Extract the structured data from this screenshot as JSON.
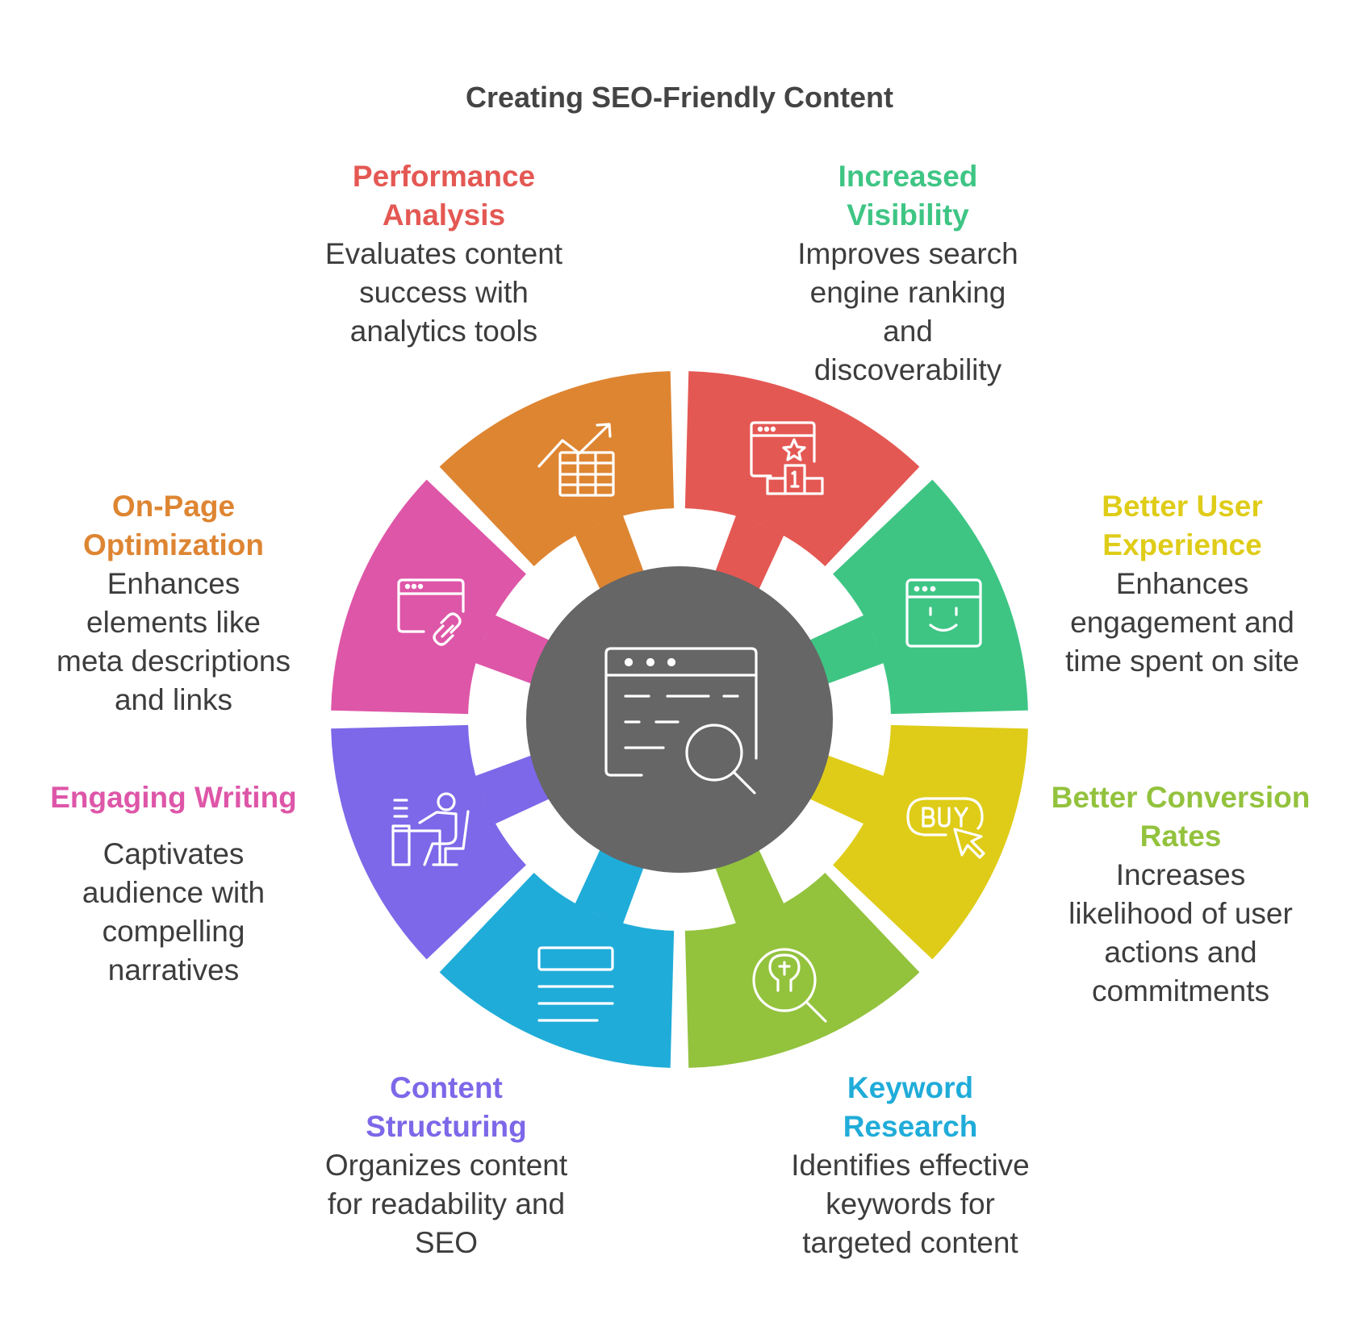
{
  "title": "Creating SEO-Friendly Content",
  "center": {
    "icon": "browser-search-icon",
    "color": "#666666"
  },
  "segments": [
    {
      "key": "performance",
      "heading": "Performance Analysis",
      "heading_lines": [
        "Performance",
        "Analysis"
      ],
      "description": "Evaluates content success with analytics tools",
      "desc_lines": [
        "Evaluates content",
        "success with",
        "analytics tools"
      ],
      "color": "#e45853",
      "icon": "chart-table-icon"
    },
    {
      "key": "visibility",
      "heading": "Increased Visibility",
      "heading_lines": [
        "Increased",
        "Visibility"
      ],
      "description": "Improves search engine ranking and discoverability",
      "desc_lines": [
        "Improves search",
        "engine ranking",
        "and",
        "discoverability"
      ],
      "color": "#3ec584",
      "icon": "browser-podium-icon"
    },
    {
      "key": "ux",
      "heading": "Better User Experience",
      "heading_lines": [
        "Better User",
        "Experience"
      ],
      "description": "Enhances engagement and time spent on site",
      "desc_lines": [
        "Enhances",
        "engagement and",
        "time spent on site"
      ],
      "color": "#dfcc18",
      "icon": "browser-smile-icon"
    },
    {
      "key": "conversion",
      "heading": "Better Conversion Rates",
      "heading_lines": [
        "Better Conversion",
        "Rates"
      ],
      "description": "Increases likelihood of user actions and commitments",
      "desc_lines": [
        "Increases",
        "likelihood of user",
        "actions and",
        "commitments"
      ],
      "color": "#93c23d",
      "icon": "buy-click-icon"
    },
    {
      "key": "keyword",
      "heading": "Keyword Research",
      "heading_lines": [
        "Keyword",
        "Research"
      ],
      "description": "Identifies effective keywords for targeted content",
      "desc_lines": [
        "Identifies effective",
        "keywords for",
        "targeted content"
      ],
      "color": "#20acd9",
      "icon": "magnifier-idea-icon"
    },
    {
      "key": "structuring",
      "heading": "Content Structuring",
      "heading_lines": [
        "Content",
        "Structuring"
      ],
      "description": "Organizes content for readability and SEO",
      "desc_lines": [
        "Organizes content",
        "for readability and",
        "SEO"
      ],
      "color": "#7c68e8",
      "icon": "text-layout-icon"
    },
    {
      "key": "writing",
      "heading": "Engaging Writing",
      "heading_lines": [
        "Engaging Writing"
      ],
      "description": "Captivates audience with compelling narratives",
      "desc_lines": [
        "Captivates",
        "audience with",
        "compelling",
        "narratives"
      ],
      "color": "#de56a8",
      "icon": "person-desk-icon"
    },
    {
      "key": "onpage",
      "heading": "On-Page Optimization",
      "heading_lines": [
        "On-Page",
        "Optimization"
      ],
      "description": "Enhances elements like meta descriptions and links",
      "desc_lines": [
        "Enhances",
        "elements like",
        "meta descriptions",
        "and links"
      ],
      "color": "#de8532",
      "icon": "browser-link-icon"
    }
  ]
}
